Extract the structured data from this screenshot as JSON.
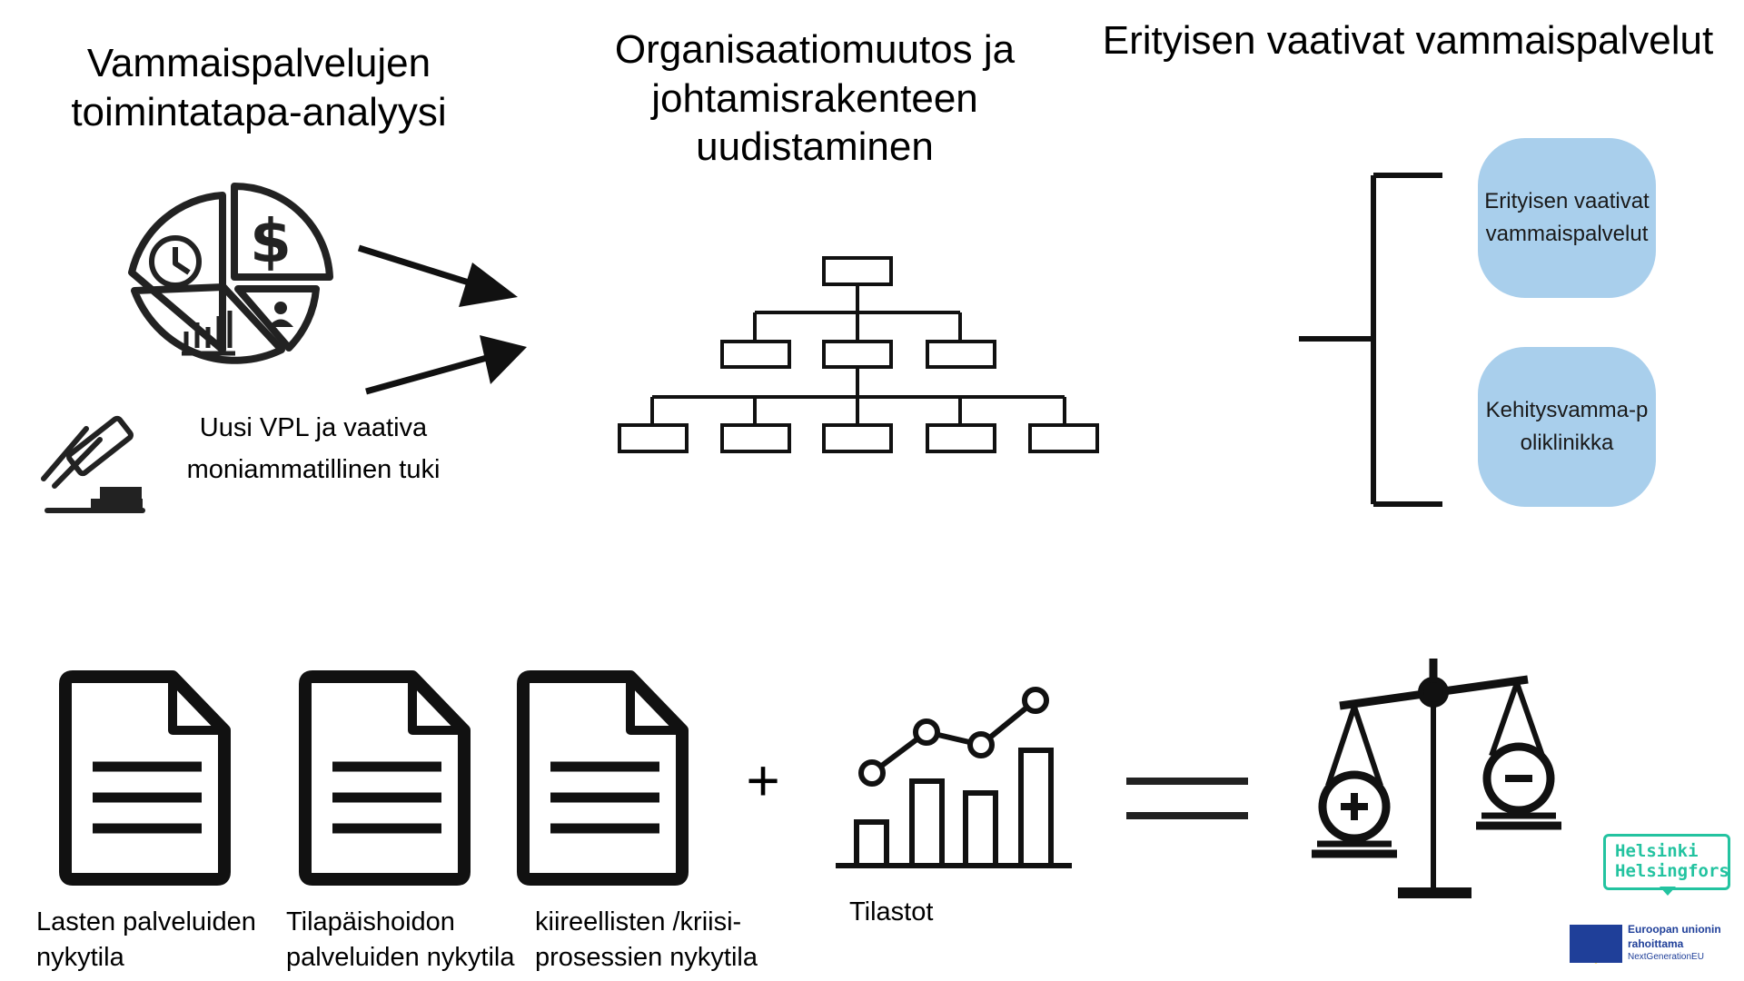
{
  "titles": {
    "analysis": "Vammaispalvelujen toimintatapa-analyysi",
    "reorg": "Organisaatiomuutos ja johtamisrakenteen uudistaminen",
    "special": "Erityisen vaativat vammaispalvelut"
  },
  "law_note": "Uusi VPL ja vaativa moniammatillinen tuki",
  "branches": [
    "Erityisen vaativat vammaispalvelut",
    "Kehitysvamma-poliklinikka"
  ],
  "documents": [
    "Lasten palveluiden nykytila",
    "Tilapäishoidon palveluiden nykytila",
    "kiireellisten /kriisi-prosessien nykytila"
  ],
  "operators": {
    "plus": "+"
  },
  "stats_label": "Tilastot",
  "logos": {
    "city_line1": "Helsinki",
    "city_line2": "Helsingfors",
    "eu_line1": "Euroopan unionin",
    "eu_line2": "rahoittama",
    "eu_line3": "NextGenerationEU"
  },
  "colors": {
    "branch_fill": "#a9cfec",
    "city_logo": "#23c3a0",
    "eu_blue": "#1f3f99",
    "eu_stars": "#ffcc00"
  }
}
